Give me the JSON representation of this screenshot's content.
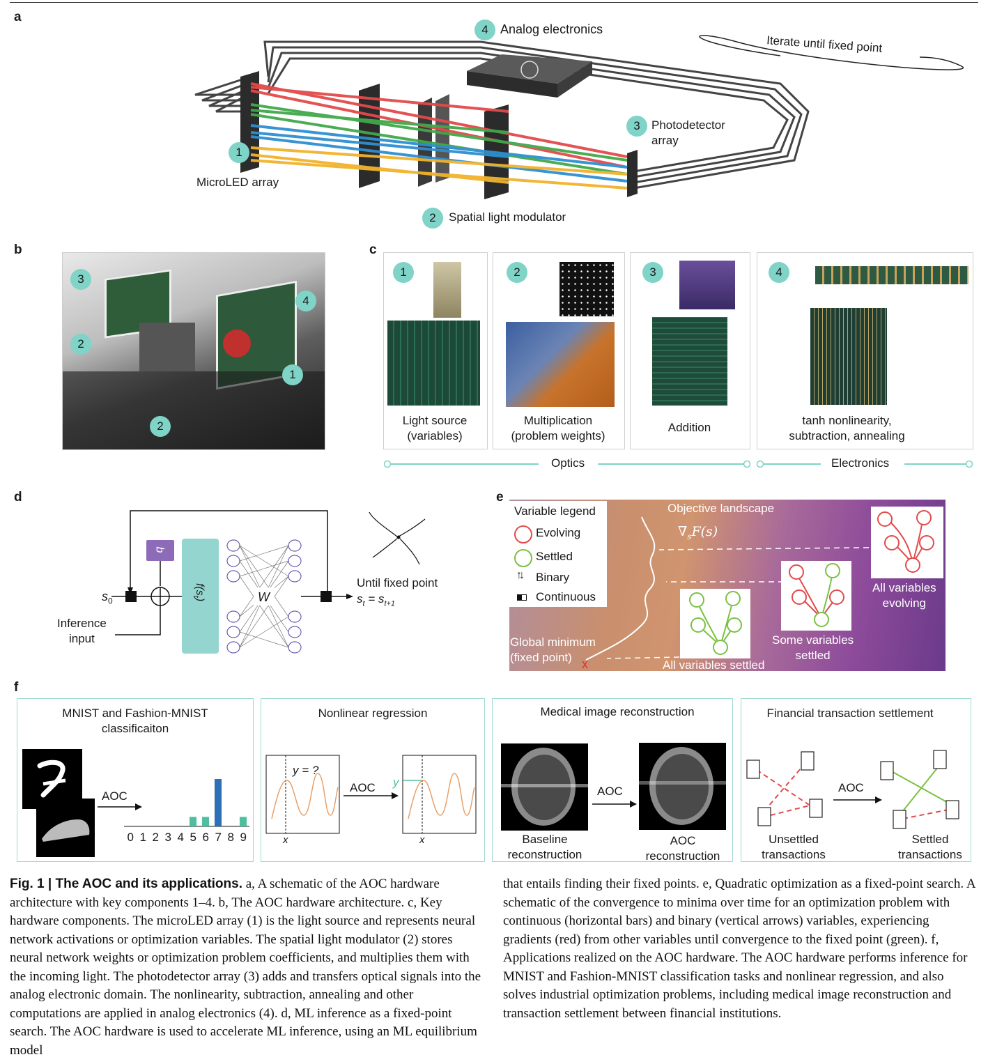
{
  "panels": {
    "a": "a",
    "b": "b",
    "c": "c",
    "d": "d",
    "e": "e",
    "f": "f"
  },
  "panel_a": {
    "analog": "Analog electronics",
    "iterate": "Iterate until fixed point",
    "photodetector_line1": "Photodetector",
    "photodetector_line2": "array",
    "microled": "MicroLED array",
    "slm": "Spatial light modulator",
    "n1": "1",
    "n2": "2",
    "n3": "3",
    "n4": "4"
  },
  "panel_b": {
    "badges": [
      "3",
      "4",
      "2",
      "1",
      "2"
    ]
  },
  "panel_c": {
    "cards": [
      {
        "num": "1",
        "line1": "Light source",
        "line2": "(variables)"
      },
      {
        "num": "2",
        "line1": "Multiplication",
        "line2": "(problem weights)"
      },
      {
        "num": "3",
        "line1": "Addition",
        "line2": ""
      },
      {
        "num": "4",
        "line1": "tanh nonlinearity,",
        "line2": "subtraction, annealing"
      }
    ],
    "optics": "Optics",
    "electronics": "Electronics"
  },
  "panel_d": {
    "b": "b",
    "f": "f(s",
    "f_sub": "t",
    "f_close": ")",
    "w": "W",
    "s0": "s",
    "s0_sub": "0",
    "inference_line1": "Inference",
    "inference_line2": "input",
    "until": "Until fixed point",
    "st": "s",
    "st_sub": "t",
    "eq": " = s",
    "st1_sub": "t+1"
  },
  "panel_e": {
    "legend_title": "Variable legend",
    "evolving": "Evolving",
    "settled": "Settled",
    "binary": "Binary",
    "continuous": "Continuous",
    "binary_icon": "↑↓",
    "objective": "Objective landscape",
    "gradient": "∇",
    "gradient_sub": "s",
    "gradient_rest": "F(s)",
    "all_evolving_line1": "All variables",
    "all_evolving_line2": "evolving",
    "some_settled_line1": "Some variables",
    "some_settled_line2": "settled",
    "all_settled": "All variables settled",
    "global_min_line1": "Global minimum",
    "global_min_line2": "(fixed point)",
    "x_mark": "x"
  },
  "panel_f": {
    "mnist_title_line1": "MNIST and Fashion-MNIST",
    "mnist_title_line2": "classificaiton",
    "aoc": "AOC",
    "digits": [
      "0",
      "1",
      "2",
      "3",
      "4",
      "5",
      "6",
      "7",
      "8",
      "9"
    ],
    "bar_values": [
      0,
      0,
      0,
      0,
      0,
      0.2,
      0.2,
      1.0,
      0,
      0.2
    ],
    "bar_highlight": 7,
    "regression_title": "Nonlinear regression",
    "y_question": "y = ?",
    "x_label": "x",
    "y_label": "y",
    "medical_title": "Medical image reconstruction",
    "baseline_line1": "Baseline",
    "baseline_line2": "reconstruction",
    "aoc_recon_line1": "AOC",
    "aoc_recon_line2": "reconstruction",
    "financial_title": "Financial transaction settlement",
    "unsettled_line1": "Unsettled",
    "unsettled_line2": "transactions",
    "settled_line1": "Settled",
    "settled_line2": "transactions"
  },
  "caption": {
    "fig": "Fig. 1 | The AOC and its applications.",
    "col1_after_fig": " a, A schematic of the AOC hardware architecture with key components 1–4. b, The AOC hardware architecture. c, Key hardware components. The microLED array (1) is the light source and represents neural network activations or optimization variables. The spatial light modulator (2) stores neural network weights or optimization problem coefficients, and multiplies them with the incoming light. The photodetector array (3) adds and transfers optical signals into the analog electronic domain. The nonlinearity, subtraction, annealing and other computations are applied in analog electronics (4). d, ML inference as a fixed-point search. The AOC hardware is used to accelerate ML inference, using an ML equilibrium model",
    "col2": "that entails finding their fixed points. e, Quadratic optimization as a fixed-point search. A schematic of the convergence to minima over time for an optimization problem with continuous (horizontal bars) and binary (vertical arrows) variables, experiencing gradients (red) from other variables until convergence to the fixed point (green). f, Applications realized on the AOC hardware. The AOC hardware performs inference for MNIST and Fashion-MNIST classification tasks and nonlinear regression, and also solves industrial optimization problems, including medical image reconstruction and transaction settlement between financial institutions."
  },
  "colors": {
    "teal": "#7fd3c7",
    "purple": "#8e6bb8",
    "red": "#e24a4a",
    "green": "#7ac143",
    "blue": "#2e6fb5",
    "bar_teal": "#4dbf9f",
    "orange": "#e8a06a"
  }
}
